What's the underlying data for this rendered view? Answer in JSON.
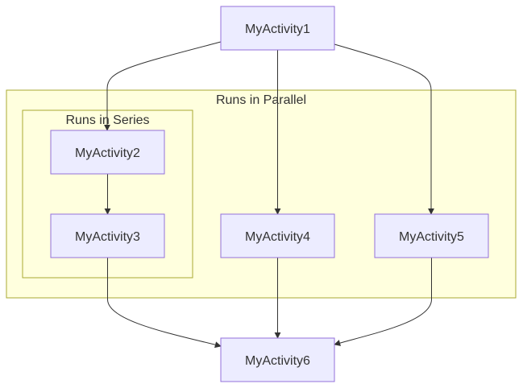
{
  "clusters": {
    "parallel": {
      "label": "Runs in Parallel"
    },
    "series": {
      "label": "Runs in Series"
    }
  },
  "nodes": {
    "a1": {
      "label": "MyActivity1"
    },
    "a2": {
      "label": "MyActivity2"
    },
    "a3": {
      "label": "MyActivity3"
    },
    "a4": {
      "label": "MyActivity4"
    },
    "a5": {
      "label": "MyActivity5"
    },
    "a6": {
      "label": "MyActivity6"
    }
  },
  "edges": [
    {
      "from": "MyActivity1",
      "to": "MyActivity2"
    },
    {
      "from": "MyActivity1",
      "to": "MyActivity4"
    },
    {
      "from": "MyActivity1",
      "to": "MyActivity5"
    },
    {
      "from": "MyActivity2",
      "to": "MyActivity3"
    },
    {
      "from": "MyActivity3",
      "to": "MyActivity6"
    },
    {
      "from": "MyActivity4",
      "to": "MyActivity6"
    },
    {
      "from": "MyActivity5",
      "to": "MyActivity6"
    }
  ],
  "colors": {
    "node_fill": "#ececff",
    "node_border": "#9370db",
    "cluster_fill": "#ffffde",
    "cluster_border": "#aaaa33",
    "edge": "#333333",
    "text": "#333333"
  }
}
